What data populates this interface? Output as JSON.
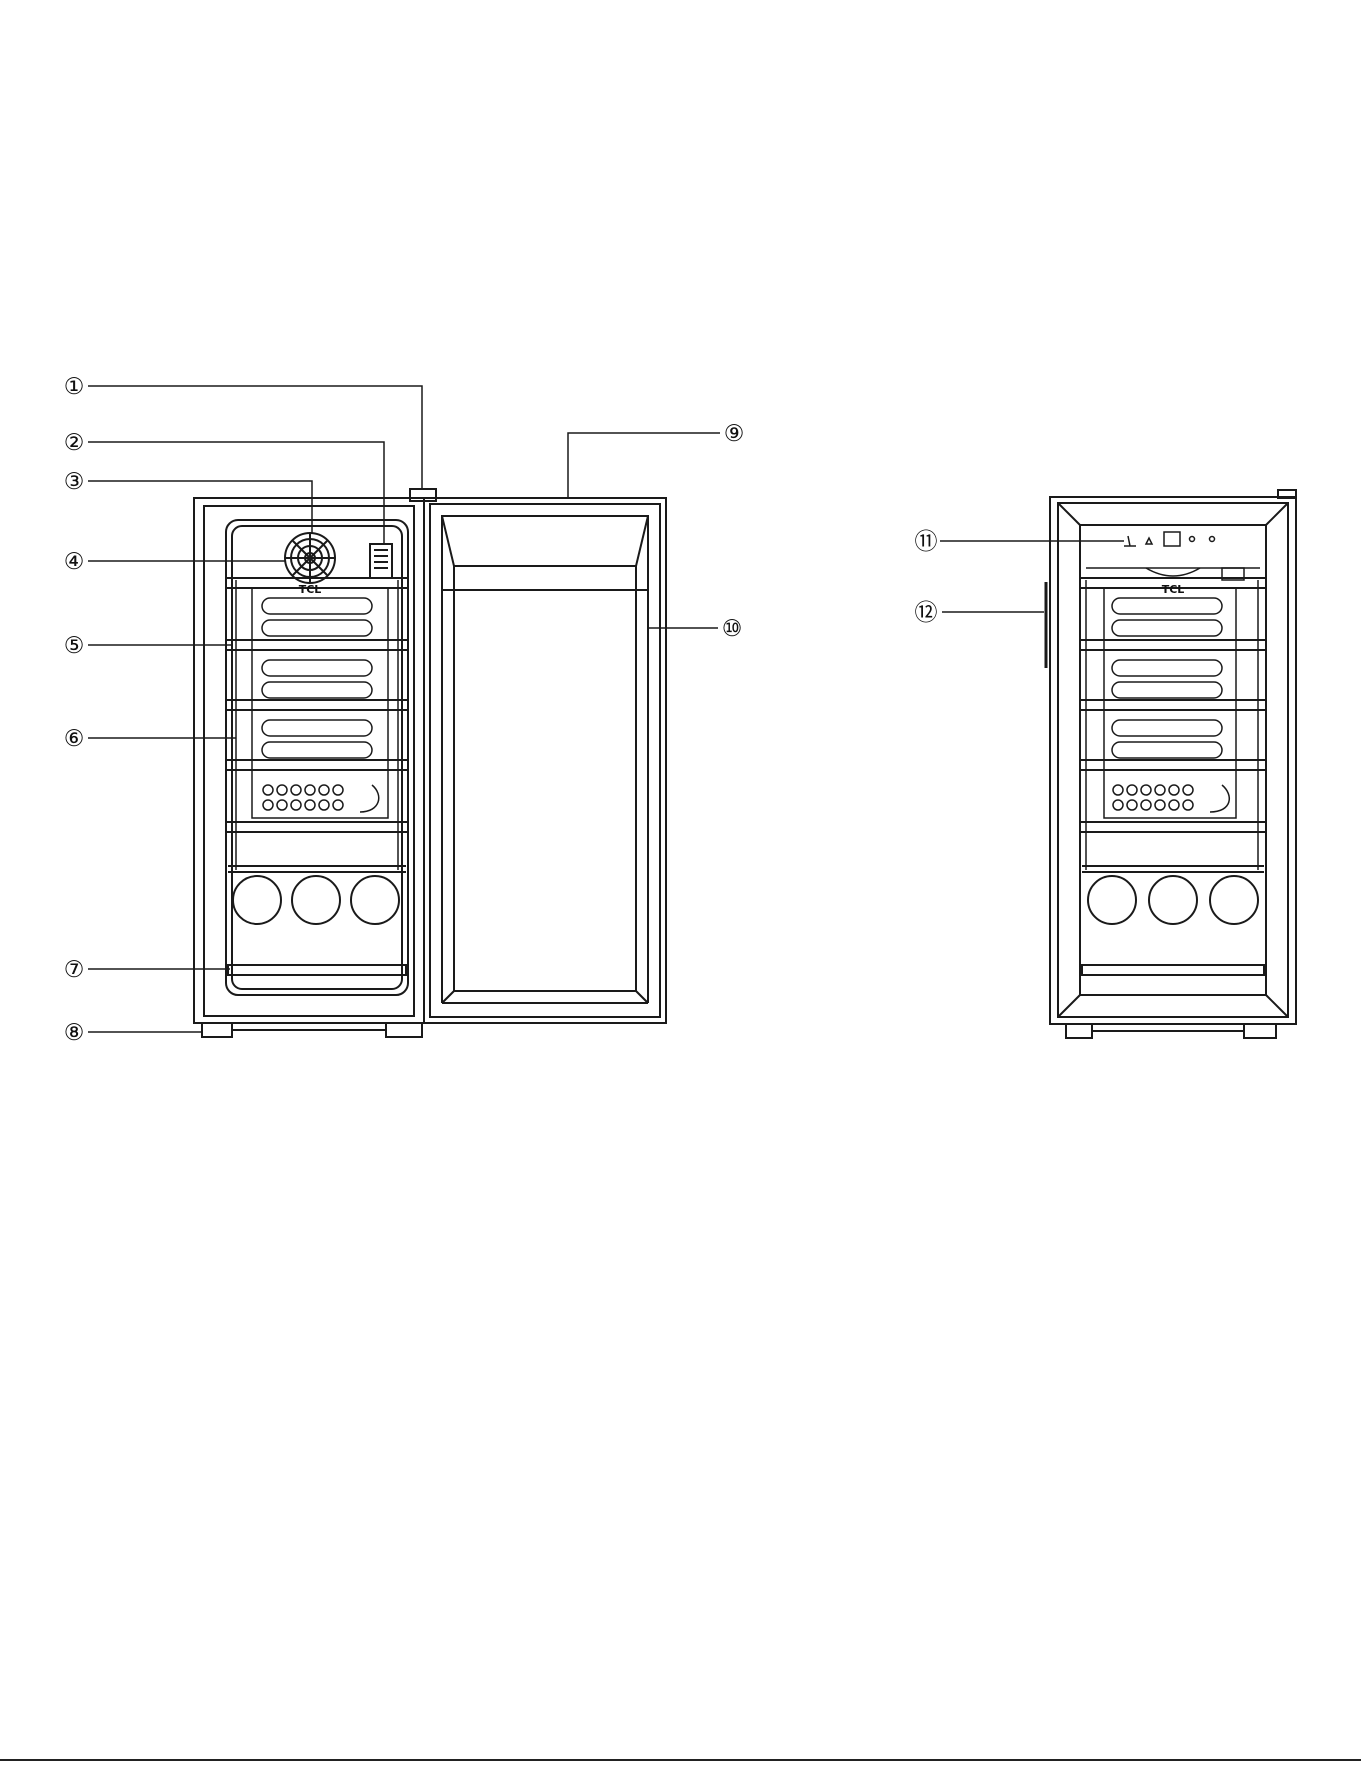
{
  "diagram": {
    "callouts": [
      {
        "id": "1",
        "label": "①"
      },
      {
        "id": "2",
        "label": "②"
      },
      {
        "id": "3",
        "label": "③"
      },
      {
        "id": "4",
        "label": "④"
      },
      {
        "id": "5",
        "label": "⑤"
      },
      {
        "id": "6",
        "label": "⑥"
      },
      {
        "id": "7",
        "label": "⑦"
      },
      {
        "id": "8",
        "label": "⑧"
      },
      {
        "id": "9",
        "label": "⑨"
      },
      {
        "id": "10",
        "label": "⑩"
      },
      {
        "id": "11",
        "label": "⑪"
      },
      {
        "id": "12",
        "label": "⑫"
      }
    ],
    "fan_logo_left": "TCL",
    "fan_logo_right": "TCL",
    "colors": {
      "line": "#1a1a1a",
      "background": "#ffffff"
    }
  }
}
